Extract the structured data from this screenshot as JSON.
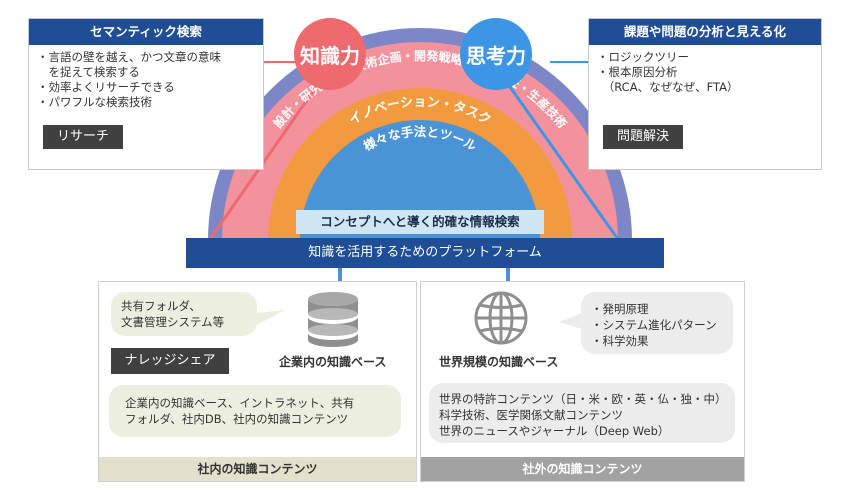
{
  "left_panel": {
    "title": "セマンティック検索",
    "bullets": [
      "・言語の壁を越え、かつ文章の意味",
      "　を捉えて検索する",
      "・効率よくリサーチできる",
      "・パワフルな検索技術"
    ],
    "label": "リサーチ"
  },
  "right_panel": {
    "title": "課題や問題の分析と見える化",
    "bullets": [
      "・ロジックツリー",
      "・根本原因分析",
      "　（RCA、なぜなぜ、FTA）"
    ],
    "label": "問題解決"
  },
  "circles": {
    "knowledge": "知識力",
    "thinking": "思考力"
  },
  "arc": {
    "outer_text": "設計・研究開発・技術企画・開発戦略・品質保証・生産技術",
    "middle_text": "イノベーション・タスク",
    "inner_text": "様々な手法とツール",
    "concept": "コンセプトへと導く的確な情報検索"
  },
  "platform": "知識を活用するためのプラットフォーム",
  "internal": {
    "bubble": [
      "共有フォルダ、",
      "文書管理システム等"
    ],
    "label": "ナレッジシェア",
    "db_caption": "企業内の知識ベース",
    "contents": [
      "企業内の知識ベース、イントラネット、共有",
      "フォルダ、社内DB、社内の知識コンテンツ"
    ],
    "footer": "社内の知識コンテンツ"
  },
  "external": {
    "globe_caption": "世界規模の知識ベース",
    "bubble": [
      "・発明原理",
      "・システム進化パターン",
      "・科学効果"
    ],
    "contents": [
      "世界の特許コンテンツ（日・米・欧・英・仏・独・中）",
      "科学技術、医学関係文献コンテンツ",
      "世界のニュースやジャーナル（Deep Web）"
    ],
    "footer": "社外の知識コンテンツ"
  },
  "colors": {
    "navy": "#1f4e96",
    "knowledge_circle": "#ee6a6f",
    "thinking_circle": "#3d95e6",
    "arc_outer": "#7d86c6",
    "arc_pink": "#f3929d",
    "arc_orange": "#f29a3d",
    "arc_blue": "#4a93d6",
    "footer_internal": "#e3e1cb",
    "footer_external": "#a2a2a2"
  }
}
